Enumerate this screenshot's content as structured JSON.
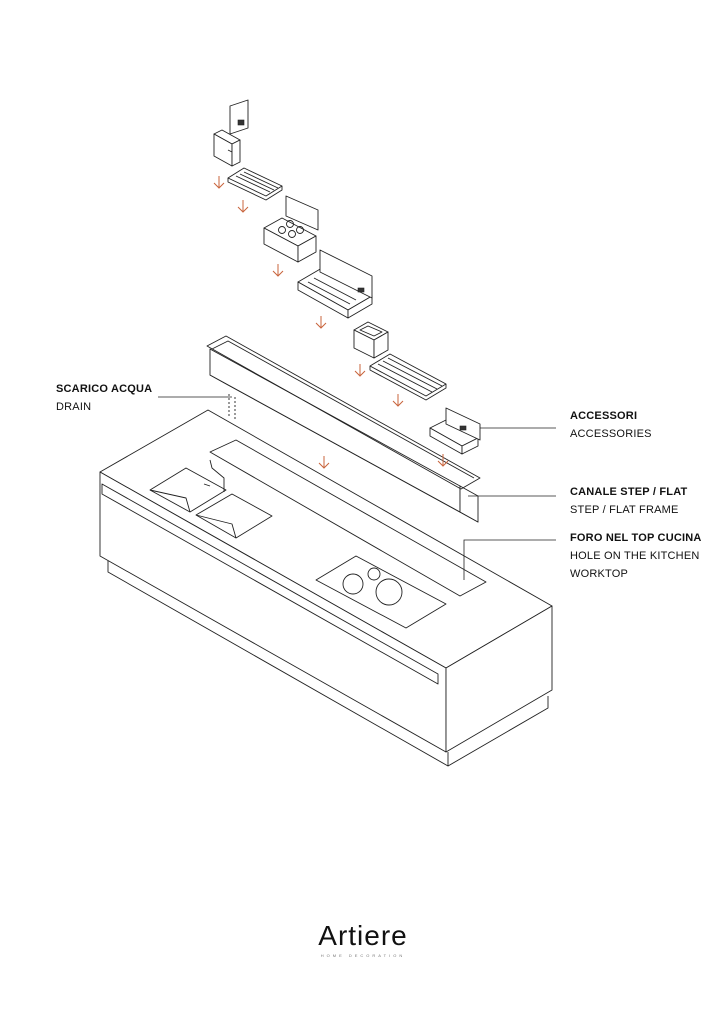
{
  "labels": {
    "drain": {
      "title": "SCARICO ACQUA",
      "subtitle": "DRAIN"
    },
    "accessories": {
      "title": "ACCESSORI",
      "subtitle": "ACCESSORIES"
    },
    "frame": {
      "title": "CANALE STEP / FLAT",
      "subtitle": "STEP / FLAT FRAME"
    },
    "hole": {
      "title": "FORO NEL TOP CUCINA",
      "line1": "HOLE ON THE KITCHEN",
      "line2": "WORKTOP"
    }
  },
  "brand": {
    "name": "Artiere",
    "tagline": "HOME DECORATION"
  },
  "colors": {
    "arrow": "#c8643c",
    "line": "#222222"
  },
  "icons": [
    "down-arrow-icon"
  ]
}
